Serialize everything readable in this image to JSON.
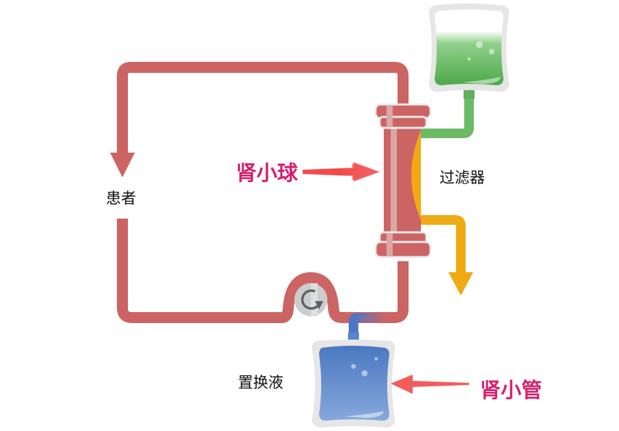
{
  "diagram": {
    "title": "血液透析原理示意图",
    "labels": {
      "patient": "患者",
      "filter": "过滤器",
      "replacement_fluid": "置换液",
      "glomerulus": "肾小球",
      "tubule": "肾小管"
    },
    "annotations": [
      {
        "text_key": "glomerulus",
        "points_to": "filter"
      },
      {
        "text_key": "tubule",
        "points_to": "replacement-fluid-bag"
      }
    ],
    "icons": {
      "pump": "rotate-cw-icon",
      "fresh_bag": "iv-bag-icon",
      "replacement_bag": "iv-bag-icon"
    },
    "colors": {
      "blood_line": "#cd6464",
      "dialysate_line": "#6cba64",
      "waste_line": "#f0aa14",
      "replacement_line": "#4a78c8",
      "arrow_red": "#f24a4a",
      "label_pink": "#d4206e",
      "bag_frame": "#e6e6e6",
      "pump": "#cccccc",
      "pump_arrow": "#5a6068"
    }
  }
}
